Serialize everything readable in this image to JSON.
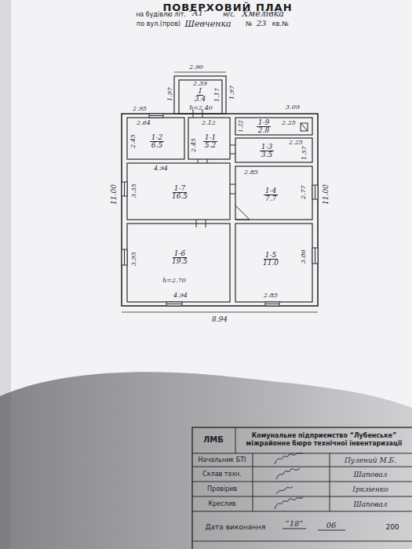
{
  "diagram": {
    "title": "ПОВЕРХОВИЙ ПЛАН",
    "nodes": [
      {
        "text": [
          "I",
          "3.4"
        ]
      },
      {
        "text": [
          "1-2",
          "6.5"
        ]
      },
      {
        "text": [
          "1-1",
          "5.2"
        ]
      },
      {
        "text": [
          "1-9",
          "2.8"
        ]
      },
      {
        "text": [
          "1-3",
          "3.5"
        ]
      },
      {
        "text": [
          "1-7",
          "16.5"
        ]
      },
      {
        "text": [
          "1-4",
          "7.7"
        ]
      },
      {
        "text": [
          "1-6",
          "19.5"
        ]
      },
      {
        "text": [
          "1-5",
          "11.0"
        ]
      }
    ],
    "labels": [
      "на будівлю літ.",
      "“А1”",
      "м/с.",
      "Хмелівка",
      "по вул.(пров)",
      "Шевченка",
      "№",
      "23",
      "кв.№",
      "2.90",
      "2.39",
      "h=2.40",
      "1.97",
      "1.17",
      "1.97",
      "2.95",
      "3.09",
      "2.64",
      "2.45",
      "2.12",
      "2.45",
      "1.22",
      "2.25",
      "2.25",
      "1.57",
      "4.94",
      "3.35",
      "2.85",
      "2.77",
      "11.00",
      "11.00",
      "3.95",
      "h=2.70",
      "4.94",
      "3.86",
      "2.85",
      "8.94",
      "ЛМБ",
      "Комунальне підприємство “Лубенське” міжрайонне бюро технічної інвентаризації",
      "Начальник БТІ",
      "Пулений М.Б.",
      "Склав техн.",
      "Шаповал",
      "Провірив",
      "Іркліенко",
      "Креслив",
      "Шаповал",
      "Дата виконання",
      "“18”",
      "06",
      "200"
    ]
  }
}
